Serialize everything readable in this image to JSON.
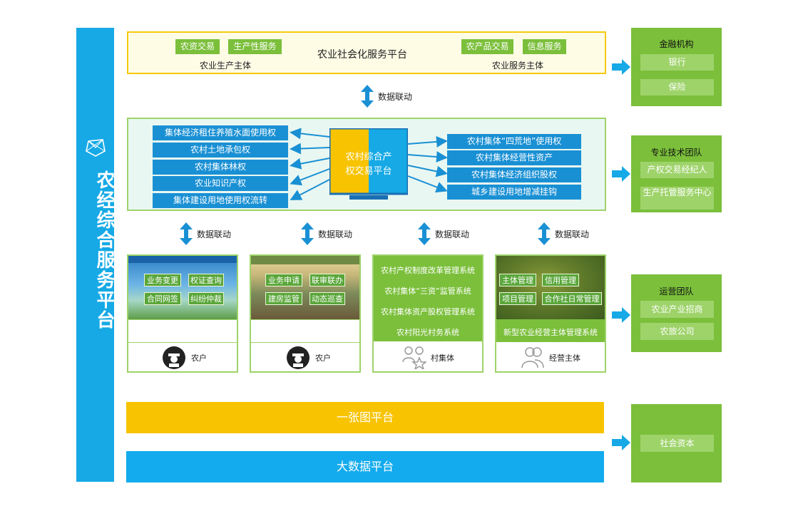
{
  "left_title": "农经综合服务平台",
  "top": {
    "center": "农业社会化服务平台",
    "left_tags": [
      "农资交易",
      "生产性服务"
    ],
    "left_label": "农业生产主体",
    "right_tags": [
      "农产品交易",
      "信息服务"
    ],
    "right_label": "农业服务主体"
  },
  "link_label": "数据联动",
  "middle": {
    "center": [
      "农村综合产",
      "权交易平台"
    ],
    "left_items": [
      "集体经济租住养殖水面使用权",
      "农村土地承包权",
      "农村集体林权",
      "农业知识产权",
      "集体建设用地使用权流转"
    ],
    "right_items": [
      "农村集体“四荒地”使用权",
      "农村集体经营性资产",
      "农村集体经济组织股权",
      "城乡建设用地增减挂钩"
    ]
  },
  "cards": [
    {
      "tags": [
        "业务变更",
        "权证查询",
        "合同网签",
        "纠纷仲裁"
      ],
      "footer": "农户"
    },
    {
      "tags": [
        "业务申请",
        "联审联办",
        "建房监管",
        "动态巡查"
      ],
      "footer": "农户"
    },
    {
      "systems": [
        "农村产权制度改革管理系统",
        "农村集体“三资”监管系统",
        "农村集体资产股权管理系统",
        "农村阳光村务系统"
      ],
      "footer": "村集体"
    },
    {
      "tags": [
        "主体管理",
        "信用管理",
        "项目管理",
        "合作社日常管理"
      ],
      "system": "新型农业经营主体管理系统",
      "footer": "经营主体"
    }
  ],
  "bars": {
    "yellow": "一张图平台",
    "blue": "大数据平台"
  },
  "right": [
    {
      "title": "金融机构",
      "items": [
        "银行",
        "保险"
      ]
    },
    {
      "title": "专业技术团队",
      "items": [
        "产权交易经纪人",
        "生产托管服务中心"
      ]
    },
    {
      "title": "运营团队",
      "items": [
        "农业产业招商",
        "农旅公司"
      ]
    },
    {
      "title": "",
      "items": [
        "社会资本"
      ]
    }
  ],
  "colors": {
    "blue": "#16a9e6",
    "green": "#7bbf3b",
    "yellow": "#f8c300",
    "tagblue": "#1a90d4"
  }
}
